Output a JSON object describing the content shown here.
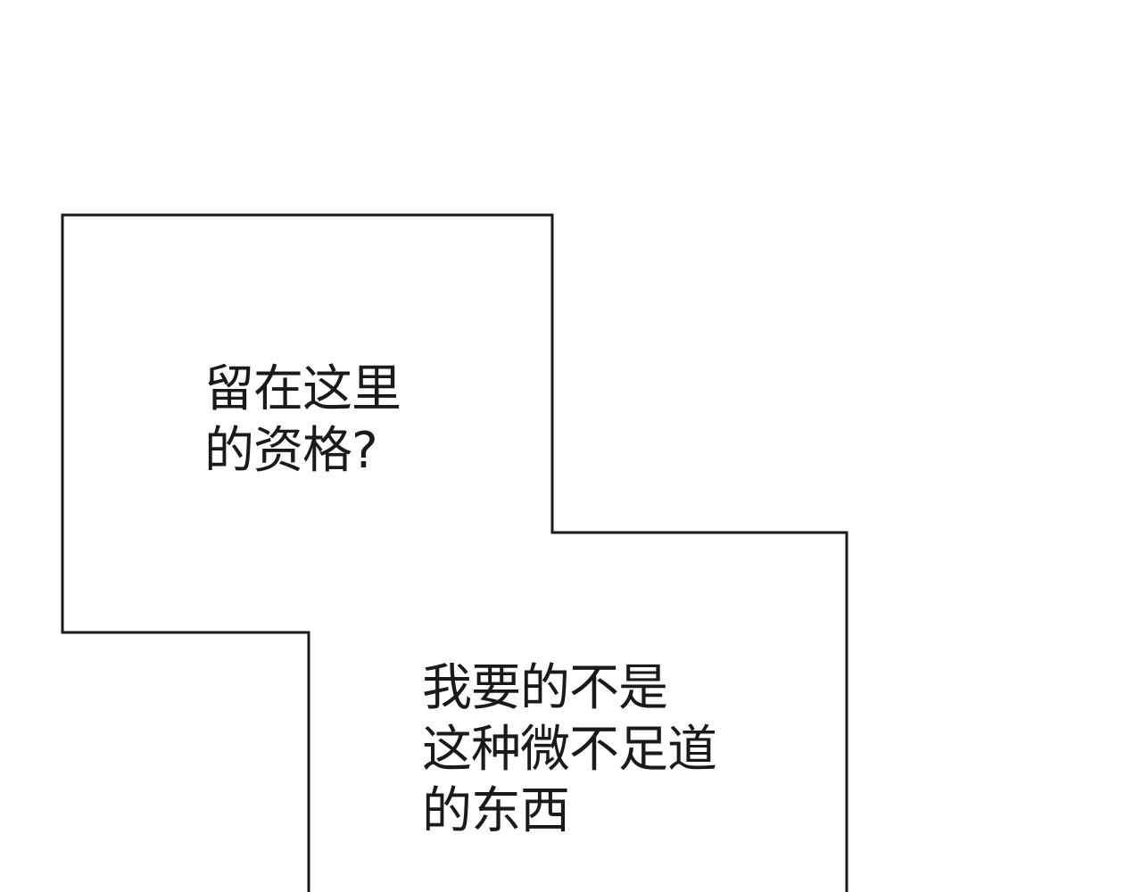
{
  "captions": {
    "upper": {
      "lines": [
        "留在这里",
        "的资格?"
      ]
    },
    "lower": {
      "lines": [
        "我要的不是",
        "这种微不足道",
        "的东西"
      ]
    }
  },
  "colors": {
    "background": "#ffffff",
    "border": "#1a1a1a",
    "text": "#1a1a1a"
  }
}
